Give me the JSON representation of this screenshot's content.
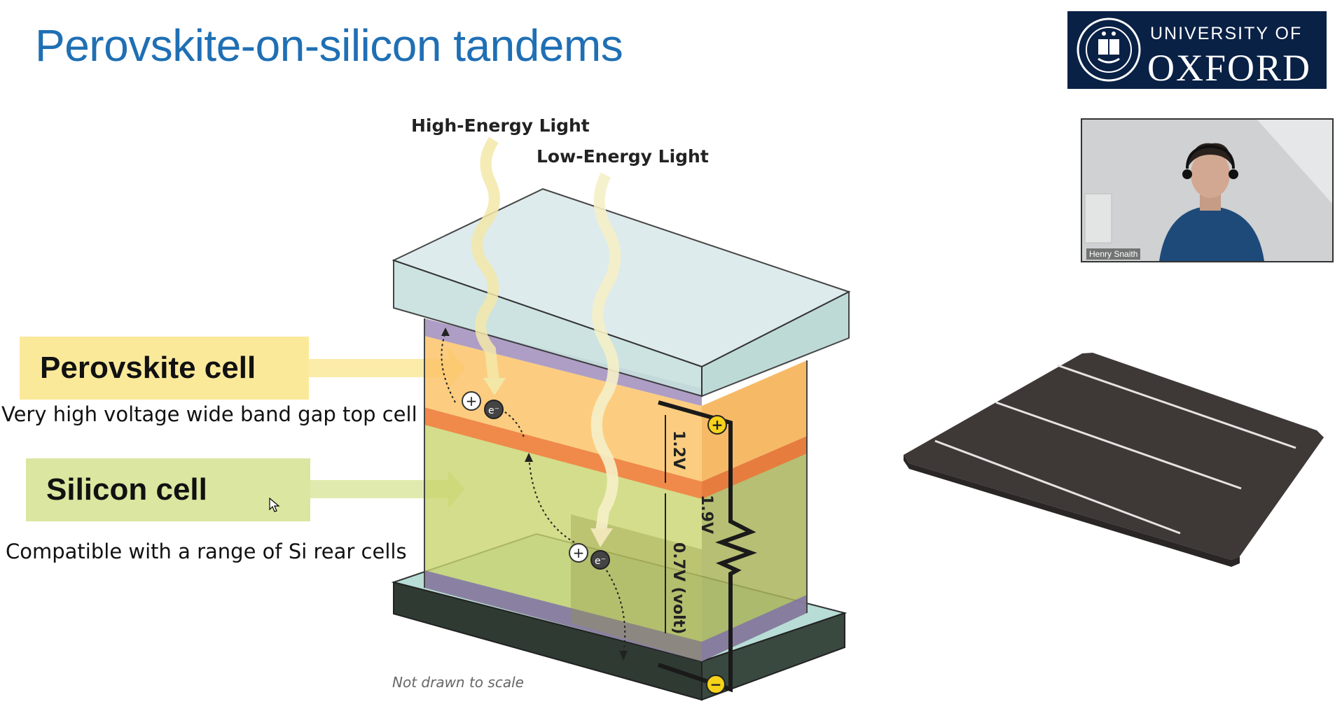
{
  "slide": {
    "title": "Perovskite-on-silicon tandems"
  },
  "logo": {
    "line1": "UNIVERSITY OF",
    "line2": "OXFORD"
  },
  "video": {
    "participant_name": "Henry Snaith"
  },
  "diagram": {
    "high_energy_light": "High-Energy Light",
    "low_energy_light": "Low-Energy Light",
    "perovskite_label": "Perovskite cell",
    "perovskite_desc": "Very high voltage wide band gap top cell",
    "silicon_label": "Silicon cell",
    "silicon_desc": "Compatible with a range of Si rear cells",
    "voltage_top": "1.2V",
    "voltage_total": "1.9V",
    "voltage_bottom": "0.7V (volt)",
    "plus_sign": "+",
    "minus_sign": "−",
    "electron": "e⁻",
    "scale_note": "Not drawn to scale"
  },
  "colors": {
    "title": "#1f6fb4",
    "logo_bg": "#0a2146",
    "perovskite_box": "#fbe99a",
    "silicon_box": "#dbe6a0"
  }
}
